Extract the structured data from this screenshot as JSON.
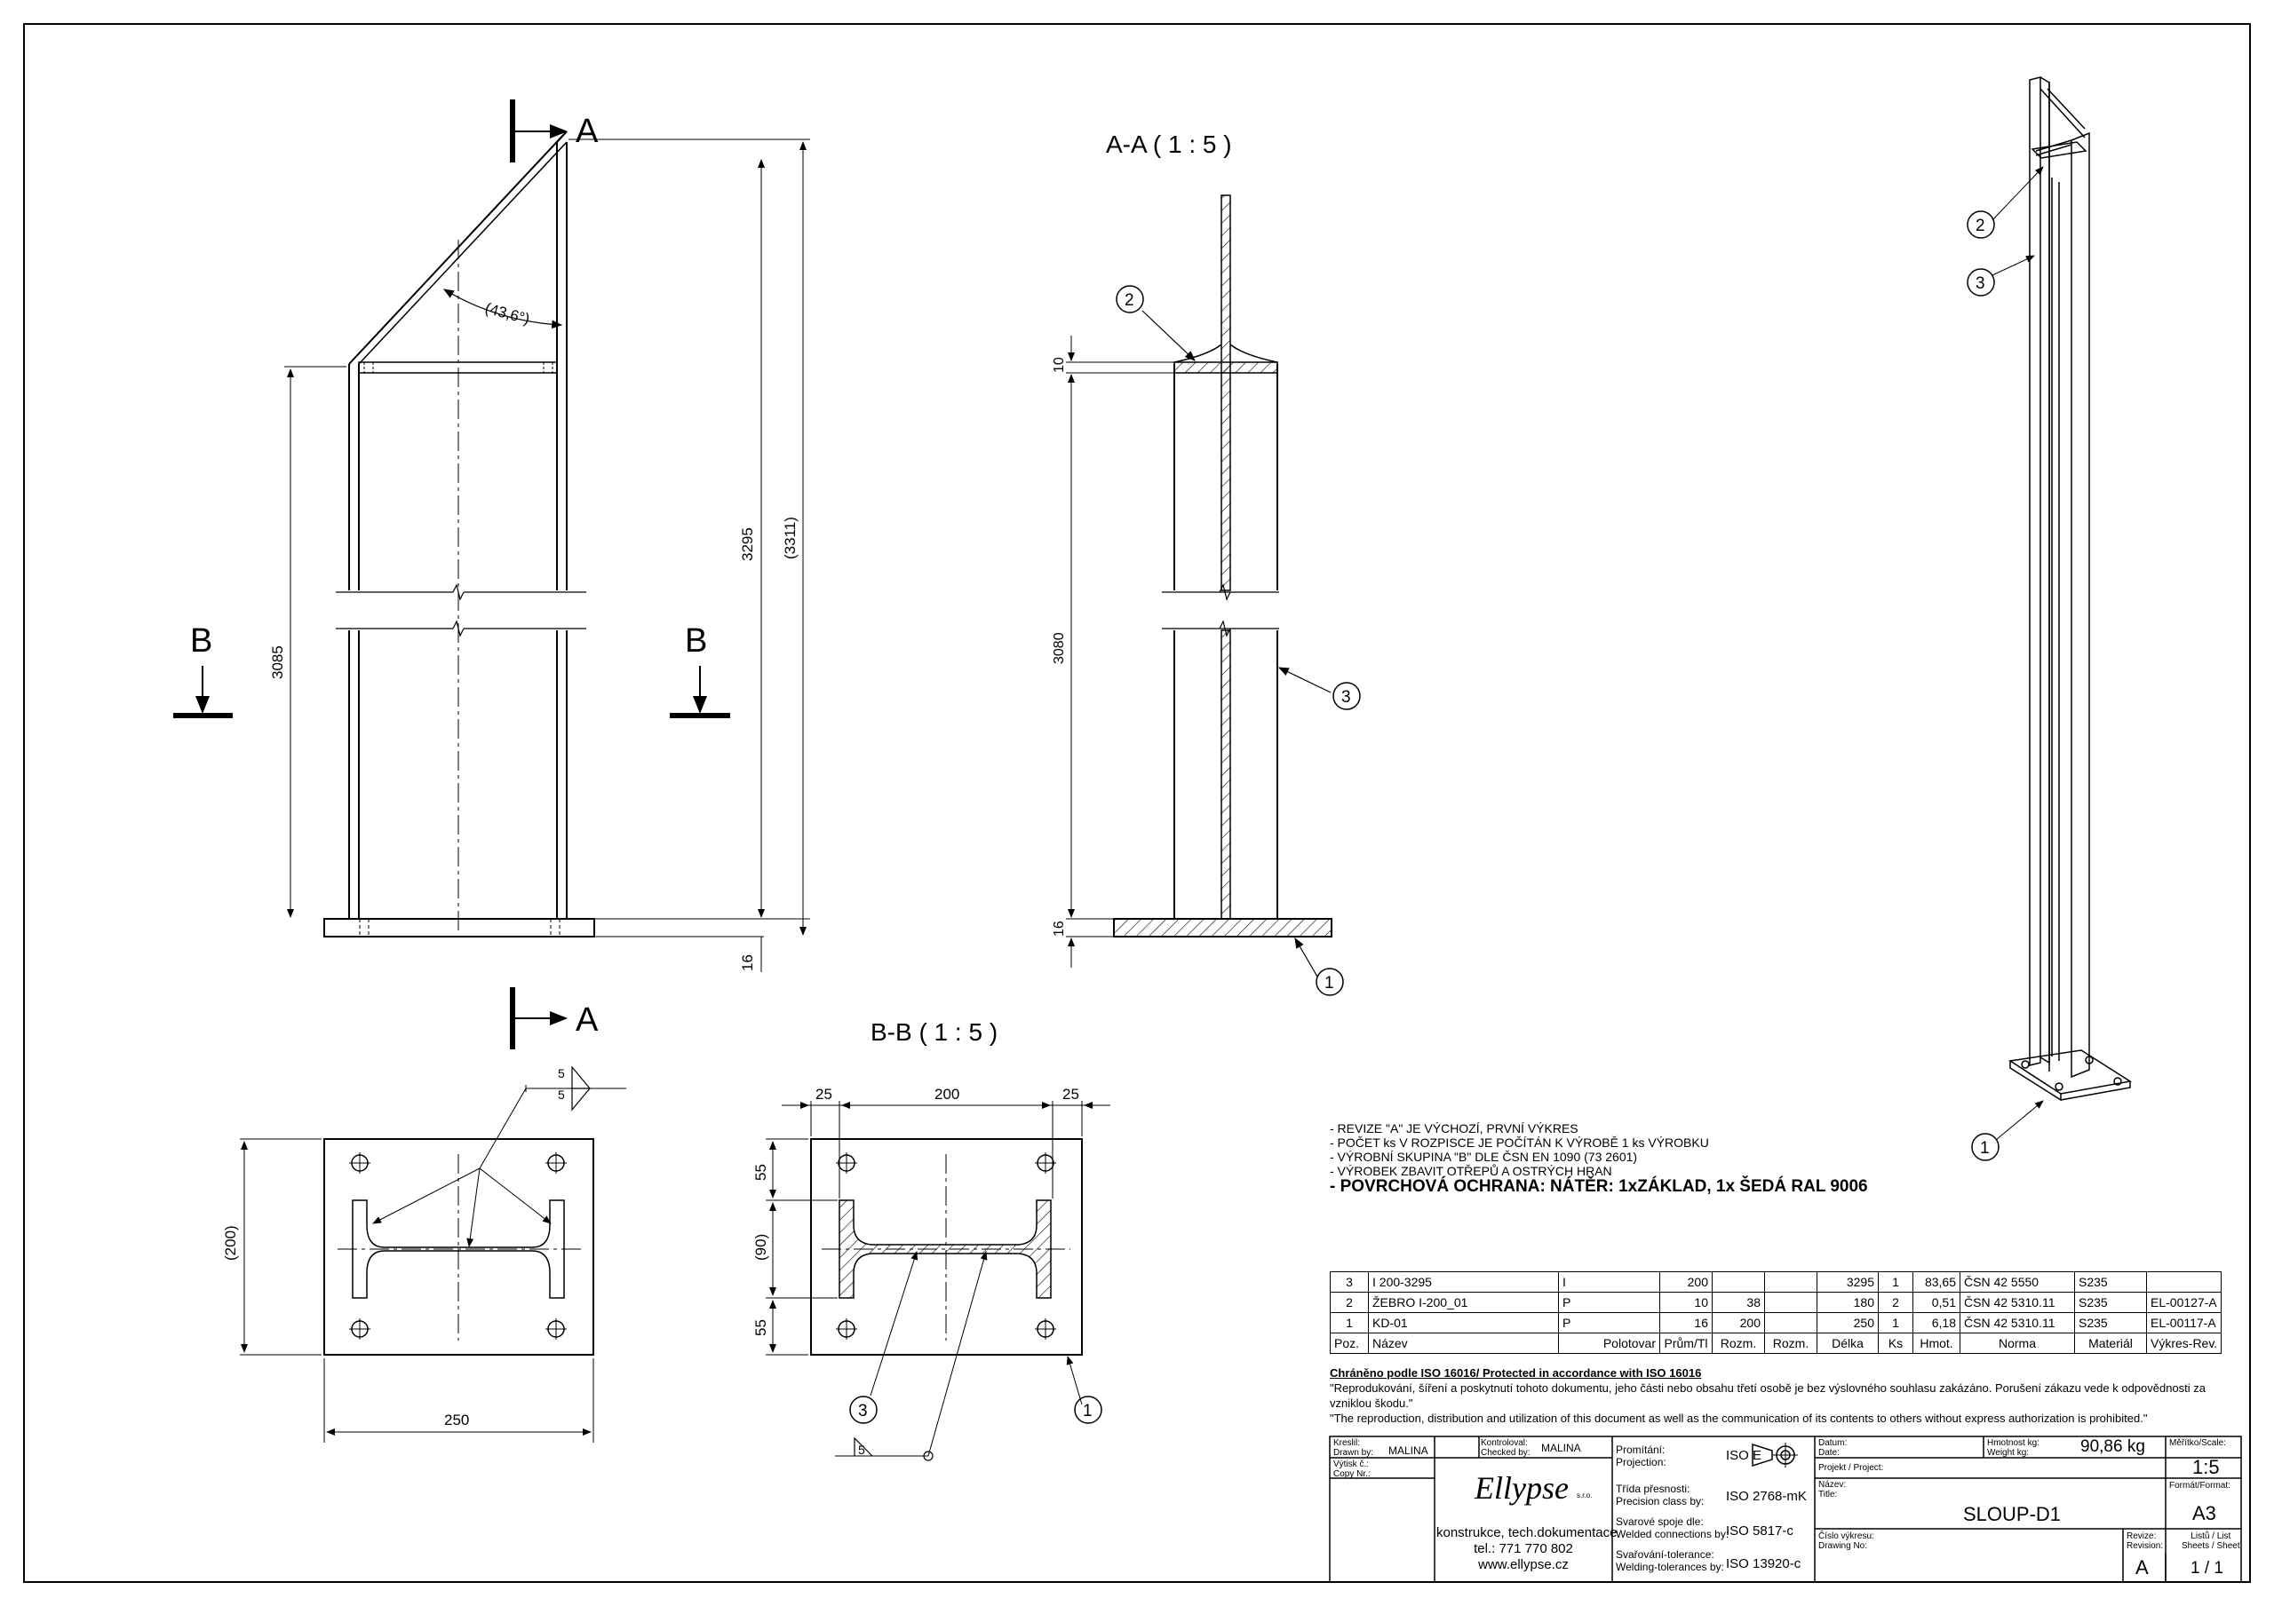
{
  "drawing": {
    "section_aa_title": "A-A ( 1 : 5 )",
    "section_bb_title": "B-B ( 1 : 5 )",
    "cut_a": "A",
    "cut_b": "B",
    "dim_3295": "3295",
    "dim_3311": "(3311)",
    "dim_3085": "3085",
    "dim_3080": "3080",
    "dim_16": "16",
    "dim_10": "10",
    "angle": "(43,6°)",
    "dim_200_paren": "(200)",
    "dim_250": "250",
    "dim_25": "25",
    "dim_200": "200",
    "dim_55": "55",
    "dim_90": "(90)",
    "weld_5": "5",
    "balloon_1": "1",
    "balloon_2": "2",
    "balloon_3": "3"
  },
  "notes": [
    "- REVIZE \"A\" JE VÝCHOZÍ, PRVNÍ VÝKRES",
    "- POČET ks V ROZPISCE JE POČÍTÁN K VÝROBĚ 1 ks VÝROBKU",
    "- VÝROBNÍ SKUPINA \"B\" DLE ČSN EN 1090 (73 2601)",
    "- VÝROBEK ZBAVIT OTŘEPŮ A OSTRÝCH HRAN"
  ],
  "note_bold": "- POVRCHOVÁ OCHRANA: NÁTĚR: 1xZÁKLAD, 1x ŠEDÁ RAL 9006",
  "bom": {
    "rows": [
      {
        "poz": "3",
        "nazev": "I 200-3295",
        "polotovar": "I",
        "prum": "200",
        "rozm1": "",
        "rozm2": "",
        "delka": "3295",
        "ks": "1",
        "hmot": "83,65",
        "norma": "ČSN 42 5550",
        "material": "S235",
        "rev": ""
      },
      {
        "poz": "2",
        "nazev": "ŽEBRO I-200_01",
        "polotovar": "P",
        "prum": "10",
        "rozm1": "38",
        "rozm2": "",
        "delka": "180",
        "ks": "2",
        "hmot": "0,51",
        "norma": "ČSN 42 5310.11",
        "material": "S235",
        "rev": "EL-00127-A"
      },
      {
        "poz": "1",
        "nazev": "KD-01",
        "polotovar": "P",
        "prum": "16",
        "rozm1": "200",
        "rozm2": "",
        "delka": "250",
        "ks": "1",
        "hmot": "6,18",
        "norma": "ČSN 42 5310.11",
        "material": "S235",
        "rev": "EL-00117-A"
      }
    ],
    "header": {
      "poz": "Poz.",
      "nazev": "Název",
      "polotovar": "Polotovar",
      "prum": "Prům/Tl",
      "rozm1": "Rozm.",
      "rozm2": "Rozm.",
      "delka": "Délka",
      "ks": "Ks",
      "hmot": "Hmot.",
      "norma": "Norma",
      "material": "Materiál",
      "rev": "Výkres-Rev."
    }
  },
  "legal": {
    "title": "Chráněno podle ISO 16016/ Protected in accordance with ISO 16016",
    "cz": "\"Reprodukování, šíření a poskytnutí tohoto dokumentu, jeho části nebo obsahu třetí osobě je bez výslovného souhlasu zakázáno. Porušení zákazu vede k odpovědnosti za vzniklou škodu.\"",
    "en": "\"The reproduction, distribution and utilization of this document as well as the communication of its contents to others without express authorization is prohibited.\""
  },
  "titleblock": {
    "kreslil_label": "Kreslil:",
    "drawn_label": "Drawn by:",
    "drawn_value": "MALINA",
    "kontroloval_label": "Kontroloval:",
    "checked_label": "Checked by:",
    "checked_value": "MALINA",
    "vytisk_label": "Výtisk č.:",
    "copy_label": "Copy Nr.:",
    "company": "Ellypse",
    "company_small": "s.r.o.",
    "company_line1": "konstrukce, tech.dokumentace",
    "company_line2": "tel.: 771 770 802",
    "company_line3": "www.ellypse.cz",
    "promitani_label": "Promítání:",
    "projection_label": "Projection:",
    "projection_value": "ISO E",
    "trida_label": "Třída přesnosti:",
    "precision_label": "Precision class by:",
    "precision_value": "ISO 2768-mK",
    "svarove_label": "Svarové spoje dle:",
    "welded_label": "Welded connections by:",
    "welded_value": "ISO 5817-c",
    "svarovani_label": "Svařování-tolerance:",
    "weldtol_label": "Welding-tolerances by:",
    "weldtol_value": "ISO 13920-c",
    "datum_label": "Datum:",
    "date_label": "Date:",
    "hmotnost_label": "Hmotnost kg:",
    "weight_label": "Weight kg:",
    "weight_value": "90,86 kg",
    "meritko_label": "Měřítko/Scale:",
    "scale_value": "1:5",
    "projekt_label": "Projekt / Project:",
    "format_label": "Formát/Format:",
    "format_value": "A3",
    "nazev_label": "Název:",
    "title_label": "Title:",
    "title_value": "SLOUP-D1",
    "cislo_label": "Číslo výkresu:",
    "drawingno_label": "Drawing No:",
    "revize_label": "Revize:",
    "revision_label": "Revision:",
    "revision_value": "A",
    "listu_label": "Listů / List",
    "sheets_label": "Sheets / Sheet",
    "sheets_value": "1 / 1"
  }
}
